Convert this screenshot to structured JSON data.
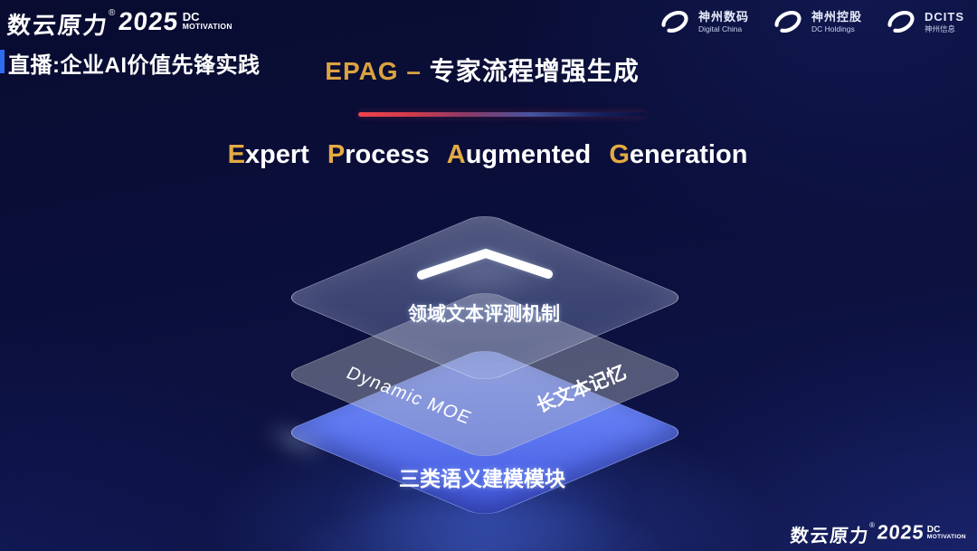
{
  "brand": {
    "name": "数云原力",
    "reg": "®",
    "year": "2025",
    "sub_top": "DC",
    "sub_bottom": "MOTIVATION"
  },
  "header": {
    "live_label": "直播:企业AI价值先锋实践",
    "title_prefix": "EPAG –",
    "title_cn": "专家流程增强生成",
    "logos": [
      {
        "line1": "神州数码",
        "line2": "Digital China"
      },
      {
        "line1": "神州控股",
        "line2": "DC Holdings"
      },
      {
        "line1": "DCITS",
        "line2": "神州信息"
      }
    ]
  },
  "subtitle": {
    "words": [
      {
        "first": "E",
        "rest": "xpert"
      },
      {
        "first": "P",
        "rest": "rocess"
      },
      {
        "first": "A",
        "rest": "ugmented"
      },
      {
        "first": "G",
        "rest": "eneration"
      }
    ]
  },
  "diagram": {
    "layers": [
      {
        "label": "领域文本评测机制"
      },
      {
        "label_left": "Dynamic MOE",
        "label_right": "长文本记忆"
      },
      {
        "label": "三类语义建模模块"
      }
    ]
  },
  "colors": {
    "accent_gold": "#d9a440",
    "layer_blue": "#637ef4",
    "divider_red": "#f0434b",
    "background_navy": "#0a0e3a"
  }
}
